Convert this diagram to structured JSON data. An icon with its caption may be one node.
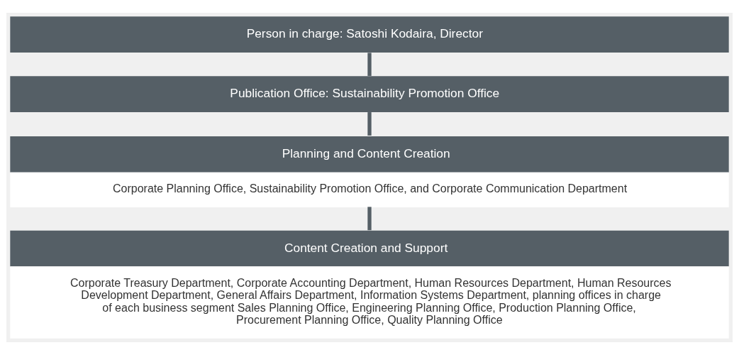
{
  "diagram": {
    "nodes": [
      {
        "text": [
          "Person in charge: Satoshi Kodaira, Director"
        ]
      },
      {
        "text": [
          "Publication Office: Sustainability Promotion Office"
        ]
      },
      {
        "text": [
          "Planning and Content Creation",
          "Corporate Planning Office, Sustainability Promotion Office, and Corporate Communication Department"
        ]
      },
      {
        "text": [
          "Content Creation and Support",
          "Corporate Treasury Department, Corporate Accounting Department, Human Resources Department, Human Resources Development Department, General Affairs Department, Information Systems Department, planning offices in charge of each business segment Sales Planning Office, Engineering Planning Office, Production Planning Office, Procurement Planning Office, Quality Planning Office"
        ]
      }
    ],
    "edges": [
      {
        "from": 0,
        "to": 1,
        "arrow": "none"
      },
      {
        "from": 1,
        "to": 2,
        "arrow": "none"
      },
      {
        "from": 2,
        "to": 3,
        "arrow": "none"
      }
    ]
  }
}
